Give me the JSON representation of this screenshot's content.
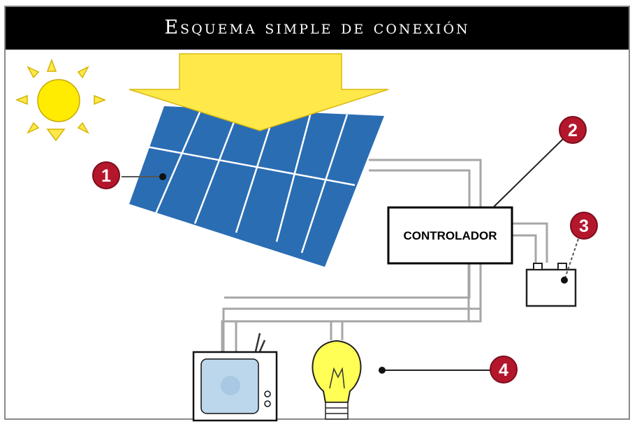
{
  "title": "Esquema simple de conexión",
  "controller_label": "CONTROLADOR",
  "badges": [
    "1",
    "2",
    "3",
    "4"
  ],
  "icons": {
    "sun": "sun-icon",
    "panel": "solar-panel-icon",
    "battery": "battery-icon",
    "tv": "television-icon",
    "bulb": "light-bulb-icon",
    "arrow": "sunlight-arrow-icon"
  },
  "colors": {
    "title_bg": "#000000",
    "title_text": "#ffffff",
    "panel": "#2a6db3",
    "arrow": "#ffe94a",
    "sun": "#ffe600",
    "badge": "#b4172c",
    "wire": "#a0a0a0",
    "tv_screen": "#bcd7ec",
    "bulb": "#ffff55"
  }
}
